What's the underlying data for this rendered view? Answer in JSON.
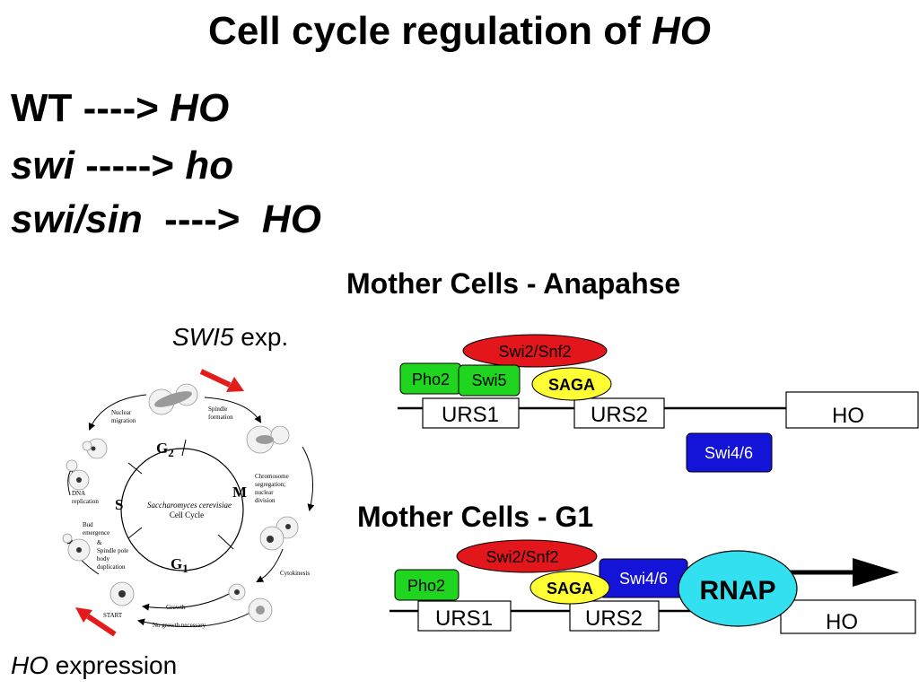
{
  "slide": {
    "title_main": "Cell cycle regulation of ",
    "title_gene": "HO"
  },
  "genotypes": [
    {
      "strain": "WT",
      "arrow": " ----> ",
      "result": "HO"
    },
    {
      "strain": "swi",
      "arrow": " -----> ",
      "result": "ho"
    },
    {
      "strain": "swi/sin",
      "arrow": "  ---->  ",
      "result": "HO"
    }
  ],
  "cycle": {
    "swi5_gene": "SWI5",
    "swi5_suffix": " exp.",
    "ho_gene": "HO",
    "ho_suffix": " expression",
    "center_line1": "Saccharomyces cerevisiae",
    "center_line2": "Cell Cycle",
    "phases": {
      "g2": "G",
      "g2_sub": "2",
      "m": "M",
      "g1": "G",
      "g1_sub": "1",
      "s": "S"
    },
    "labels": {
      "nuclear_migration": [
        "Nuclear",
        "migration"
      ],
      "spindle_formation": [
        "Spindle",
        "formation"
      ],
      "chromosome_segregation": [
        "Chromosome",
        "segregation;",
        "nuclear",
        "division"
      ],
      "cytokinesis": "Cytokinesis",
      "growth": "Growth",
      "no_growth": "No growth necessary",
      "start": "START",
      "dna_replication": [
        "DNA",
        "replication"
      ],
      "bud_emergence": [
        "Bud",
        "emergence",
        "&",
        "Spindle pole",
        "body",
        "duplication"
      ]
    },
    "arrow_color": "#e31b1b"
  },
  "anaphase": {
    "heading": "Mother Cells - Anapahse",
    "swi2": "Swi2/Snf2",
    "pho2": "Pho2",
    "swi5": "Swi5",
    "saga": "SAGA",
    "urs1": "URS1",
    "urs2": "URS2",
    "ho": "HO",
    "swi46": "Swi4/6"
  },
  "g1": {
    "heading": "Mother Cells - G1",
    "swi2": "Swi2/Snf2",
    "pho2": "Pho2",
    "saga": "SAGA",
    "swi46": "Swi4/6",
    "rnap": "RNAP",
    "urs1": "URS1",
    "urs2": "URS2",
    "ho": "HO"
  },
  "colors": {
    "red": "#e3161b",
    "green": "#1fd51f",
    "yellow": "#ffff33",
    "blue": "#1414d8",
    "cyan": "#33e0f0"
  }
}
